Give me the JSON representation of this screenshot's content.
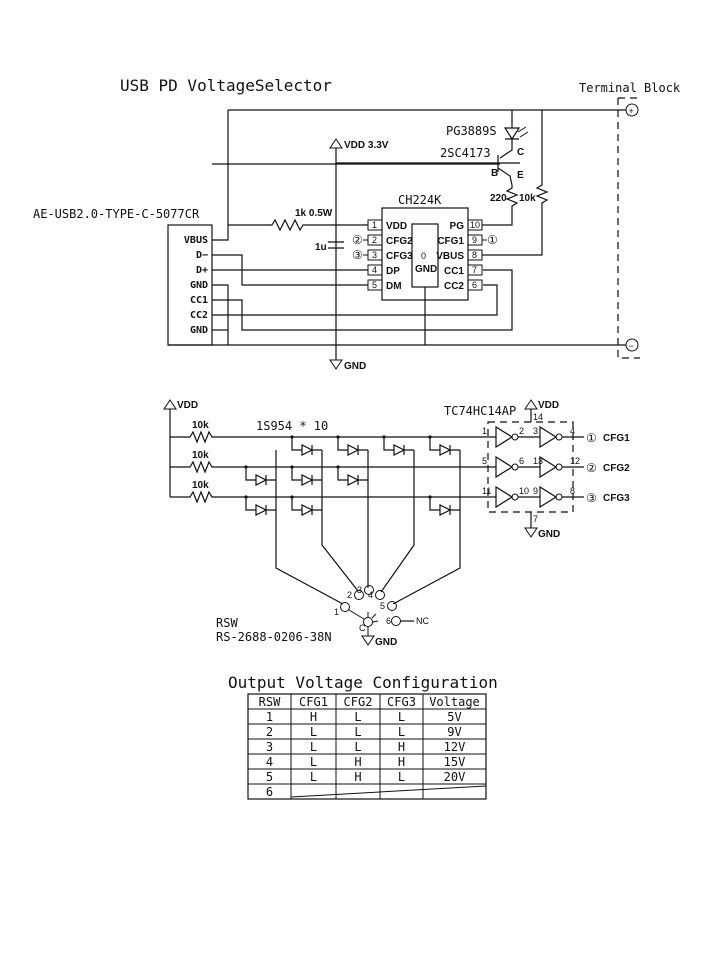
{
  "title": "USB PD VoltageSelector",
  "terminal_block": {
    "label": "Terminal Block",
    "plus": "+",
    "minus": "−"
  },
  "usb_connector": {
    "part": "AE-USB2.0-TYPE-C-5077CR",
    "pins": [
      "VBUS",
      "D−",
      "D+",
      "GND",
      "CC1",
      "CC2",
      "GND"
    ]
  },
  "power": {
    "vdd33": "VDD 3.3V",
    "vdd": "VDD",
    "gnd": "GND"
  },
  "components": {
    "r_vdd": "1k 0.5W",
    "cap": "1u",
    "led": "PG3889S",
    "transistor": "2SC4173",
    "transistor_pins": {
      "c": "C",
      "b": "B",
      "e": "E"
    },
    "r_emitter": "220",
    "r_pullup": "10k",
    "pullups": [
      "10k",
      "10k",
      "10k"
    ],
    "diodes": "1S954 * 10"
  },
  "ch224k": {
    "name": "CH224K",
    "left_pins": [
      {
        "num": "1",
        "name": "VDD"
      },
      {
        "num": "2",
        "name": "CFG2",
        "net": "②"
      },
      {
        "num": "3",
        "name": "CFG3",
        "net": "③"
      },
      {
        "num": "4",
        "name": "DP"
      },
      {
        "num": "5",
        "name": "DM"
      }
    ],
    "right_pins": [
      {
        "num": "10",
        "name": "PG"
      },
      {
        "num": "9",
        "name": "CFG1",
        "net": "①"
      },
      {
        "num": "8",
        "name": "VBUS"
      },
      {
        "num": "7",
        "name": "CC1"
      },
      {
        "num": "6",
        "name": "CC2"
      }
    ],
    "gnd_pad": {
      "num": "0",
      "name": "GND"
    }
  },
  "inverter": {
    "name": "TC74HC14AP",
    "vcc_pin": "14",
    "gnd_pin": "7",
    "rows": [
      {
        "in": "1",
        "mid_a": "2",
        "mid_b": "3",
        "out": "4",
        "net": "①",
        "label": "CFG1"
      },
      {
        "in": "5",
        "mid_a": "6",
        "mid_b": "13",
        "out": "12",
        "net": "②",
        "label": "CFG2"
      },
      {
        "in": "11",
        "mid_a": "10",
        "mid_b": "9",
        "out": "8",
        "net": "③",
        "label": "CFG3"
      }
    ]
  },
  "rotary_switch": {
    "ref": "RSW",
    "part": "RS-2688-0206-38N",
    "positions": [
      "1",
      "2",
      "3",
      "4",
      "5",
      "6"
    ],
    "common": "C",
    "nc": "NC"
  },
  "config_table": {
    "title": "Output Voltage Configuration",
    "headers": [
      "RSW",
      "CFG1",
      "CFG2",
      "CFG3",
      "Voltage"
    ],
    "rows": [
      [
        "1",
        "H",
        "L",
        "L",
        "5V"
      ],
      [
        "2",
        "L",
        "L",
        "L",
        "9V"
      ],
      [
        "3",
        "L",
        "L",
        "H",
        "12V"
      ],
      [
        "4",
        "L",
        "H",
        "H",
        "15V"
      ],
      [
        "5",
        "L",
        "H",
        "L",
        "20V"
      ],
      [
        "6",
        "",
        "",
        "",
        ""
      ]
    ]
  }
}
